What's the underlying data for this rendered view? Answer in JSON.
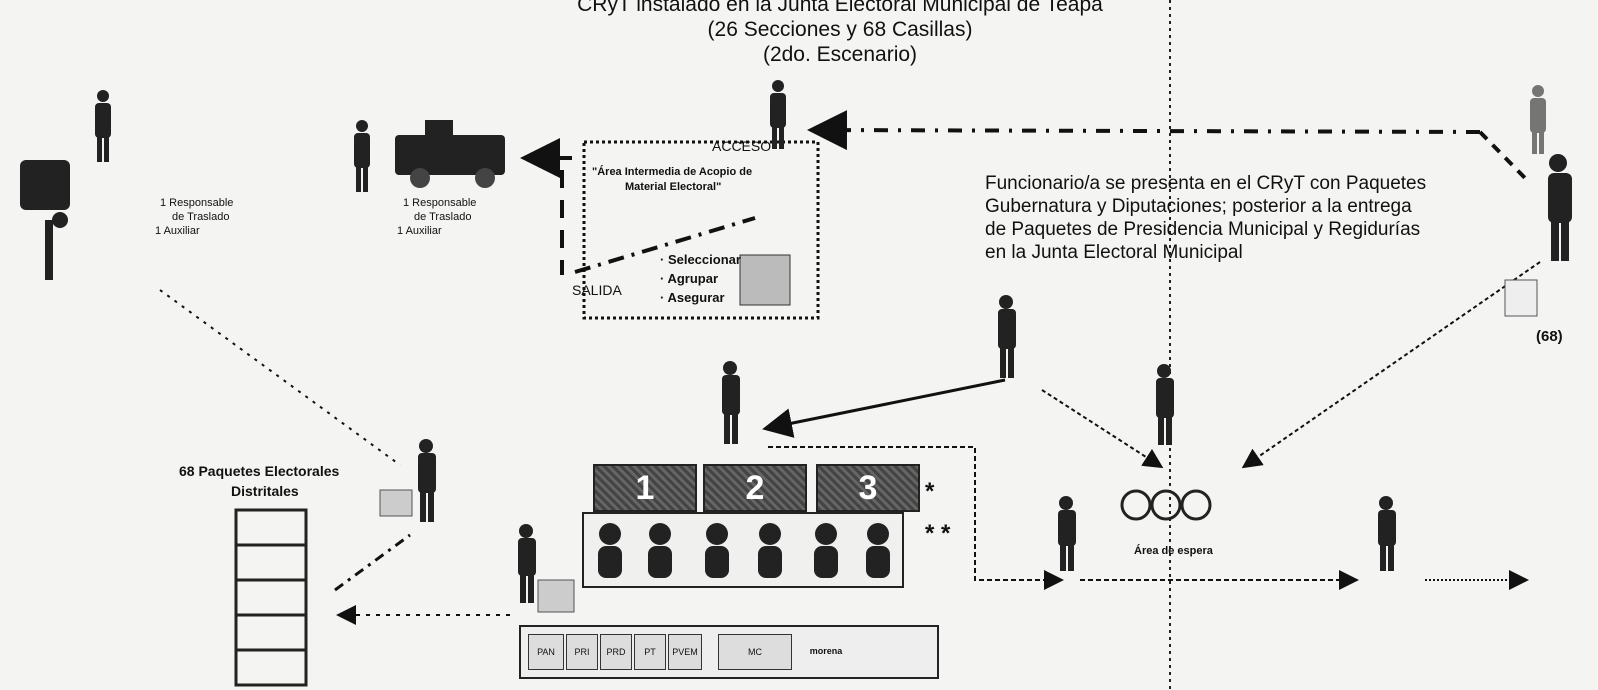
{
  "title": {
    "line1": "CRyT instalado en la Junta Electoral Municipal de Teapa",
    "line2": "(26 Secciones y 68 Casillas)",
    "line3": "(2do. Escenario)"
  },
  "left_team": {
    "line1": "1 Responsable",
    "line2": "de Traslado",
    "line3": "1 Auxiliar"
  },
  "truck_team": {
    "line1": "1 Responsable",
    "line2": "de Traslado",
    "line3": "1 Auxiliar"
  },
  "area": {
    "acceso": "ACCESO",
    "title1": "\"Área Intermedia de Acopio de",
    "title2": "Material Electoral\"",
    "salida": "SALIDA",
    "step1": "· Seleccionar",
    "step2": "· Agrupar",
    "step3": "· Asegurar"
  },
  "note": {
    "line1": "Funcionario/a se presenta en el CRyT con Paquetes",
    "line2": "Gubernatura y Diputaciones; posterior a la entrega",
    "line3": "de Paquetes de Presidencia Municipal y Regidurías",
    "line4": "en la Junta Electoral Municipal"
  },
  "count_label": "(68)",
  "paquetes": {
    "line1": "68 Paquetes Electorales",
    "line2": "Distritales"
  },
  "mesas": {
    "m1": "1",
    "m2": "2",
    "m3": "3",
    "mark1": "*",
    "mark2": "* *"
  },
  "espera": "Área de espera",
  "logos": [
    "PAN",
    "PRI",
    "PRD",
    "PT",
    "PVEM",
    "MC",
    "morena"
  ],
  "colors": {
    "line": "#111111",
    "background": "#f4f4f2",
    "table": "#555555"
  }
}
